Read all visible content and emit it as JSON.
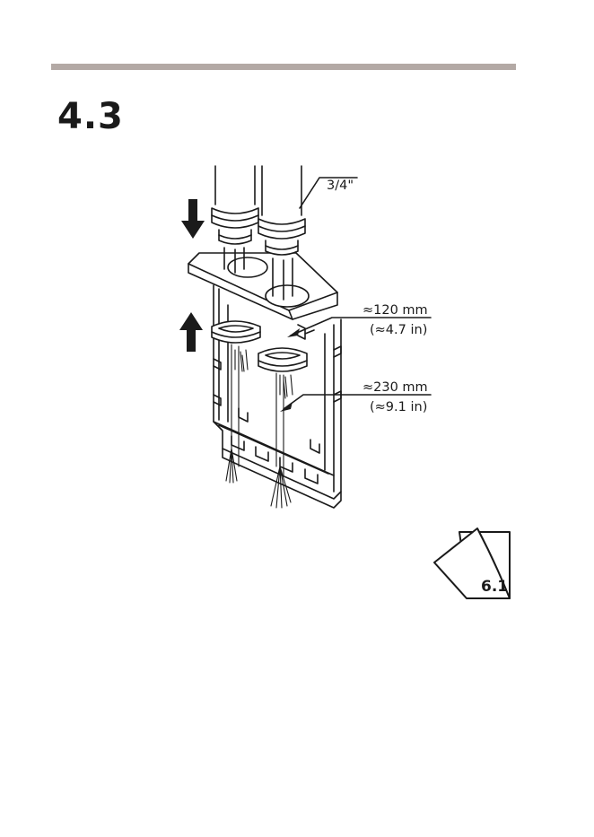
{
  "page": {
    "step_number": "4.3"
  },
  "illustration": {
    "conduit_size": "3/4\"",
    "short_wire_length_mm": "≈120 mm",
    "short_wire_length_in": "(≈4.7 in)",
    "long_wire_length_mm": "≈230 mm",
    "long_wire_length_in": "(≈9.1 in)",
    "arrow_down_icon": "arrow-down",
    "arrow_up_icon": "arrow-up"
  },
  "reference": {
    "page_ref": "6.1",
    "icon": "page-turn-icon"
  },
  "colors": {
    "rule": "#b3a9a5",
    "ink": "#1a1a1a"
  }
}
